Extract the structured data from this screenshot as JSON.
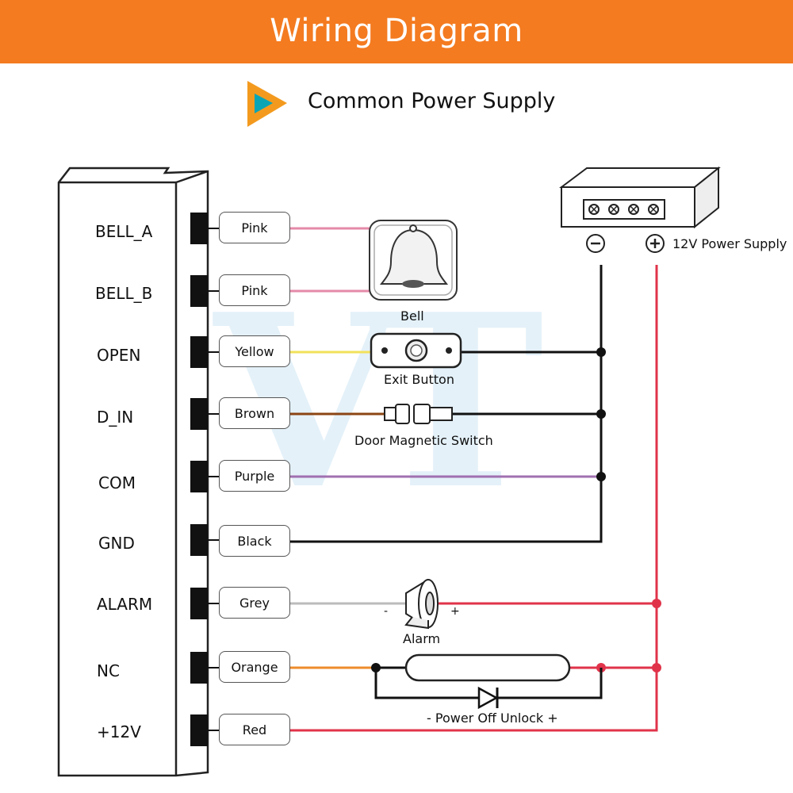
{
  "header": {
    "title": "Wiring Diagram"
  },
  "section": {
    "title": "Common Power Supply",
    "arrow_color": "#f39a1e",
    "arrow_inner_color": "#0aa5b5"
  },
  "terminals": [
    {
      "name": "BELL_A",
      "wire": "Pink"
    },
    {
      "name": "BELL_B",
      "wire": "Pink"
    },
    {
      "name": "OPEN",
      "wire": "Yellow"
    },
    {
      "name": "D_IN",
      "wire": "Brown"
    },
    {
      "name": "COM",
      "wire": "Purple"
    },
    {
      "name": "GND",
      "wire": "Black"
    },
    {
      "name": "ALARM",
      "wire": "Grey"
    },
    {
      "name": "NC",
      "wire": "Orange"
    },
    {
      "name": "+12V",
      "wire": "Red"
    }
  ],
  "wire_colors": {
    "pink": "#e58aa8",
    "yellow": "#f2e15a",
    "brown": "#8b4513",
    "purple": "#a070b0",
    "black": "#111111",
    "grey": "#bbbbbb",
    "orange": "#ee8c2c",
    "red": "#e0334a"
  },
  "devices": {
    "bell": "Bell",
    "exit_button": "Exit Button",
    "door_switch": "Door Magnetic Switch",
    "alarm": "Alarm",
    "alarm_minus": "-",
    "alarm_plus": "+",
    "lock": "- Power Off Unlock +",
    "power_supply": "12V Power Supply"
  },
  "icons": [
    "play-arrow-icon",
    "bell-icon",
    "exit-button-icon",
    "magnetic-switch-icon",
    "siren-icon",
    "diode-icon",
    "power-supply-icon"
  ]
}
